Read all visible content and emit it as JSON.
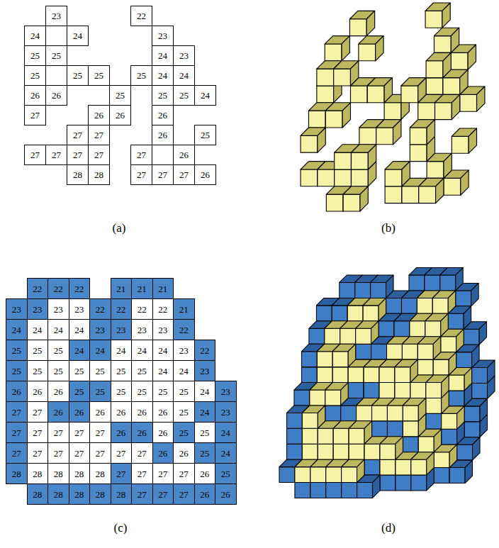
{
  "diagram": {
    "labels": [
      "23",
      "22",
      "24",
      "24",
      "23",
      "25",
      "25",
      "24",
      "23",
      "25",
      "25",
      "25",
      "25",
      "24",
      "24",
      "26",
      "26",
      "25",
      "25",
      "25",
      "24",
      "27",
      "26",
      "26",
      "26",
      "27",
      "27",
      "26",
      "25",
      "27",
      "27",
      "27",
      "27",
      "27",
      "26",
      "28",
      "28",
      "27",
      "27",
      "27",
      "26",
      "(a)",
      "(b)",
      "22",
      "22",
      "22",
      "21",
      "21",
      "21",
      "23",
      "23",
      "23",
      "23",
      "22",
      "22",
      "22",
      "22",
      "21",
      "24",
      "24",
      "24",
      "24",
      "23",
      "23",
      "23",
      "23",
      "22",
      "25",
      "25",
      "25",
      "24",
      "24",
      "24",
      "24",
      "24",
      "23",
      "22",
      "25",
      "25",
      "25",
      "25",
      "25",
      "25",
      "25",
      "24",
      "24",
      "23",
      "26",
      "26",
      "26",
      "25",
      "25",
      "25",
      "25",
      "25",
      "25",
      "24",
      "23",
      "27",
      "27",
      "26",
      "26",
      "26",
      "26",
      "26",
      "26",
      "25",
      "24",
      "23",
      "27",
      "27",
      "27",
      "27",
      "27",
      "26",
      "26",
      "26",
      "25",
      "25",
      "24",
      "27",
      "27",
      "27",
      "27",
      "27",
      "27",
      "27",
      "26",
      "26",
      "25",
      "24",
      "28",
      "28",
      "28",
      "28",
      "28",
      "27",
      "27",
      "27",
      "27",
      "26",
      "25",
      "28",
      "28",
      "28",
      "28",
      "28",
      "27",
      "27",
      "27",
      "26",
      "26",
      "(c)",
      "(d)"
    ]
  }
}
